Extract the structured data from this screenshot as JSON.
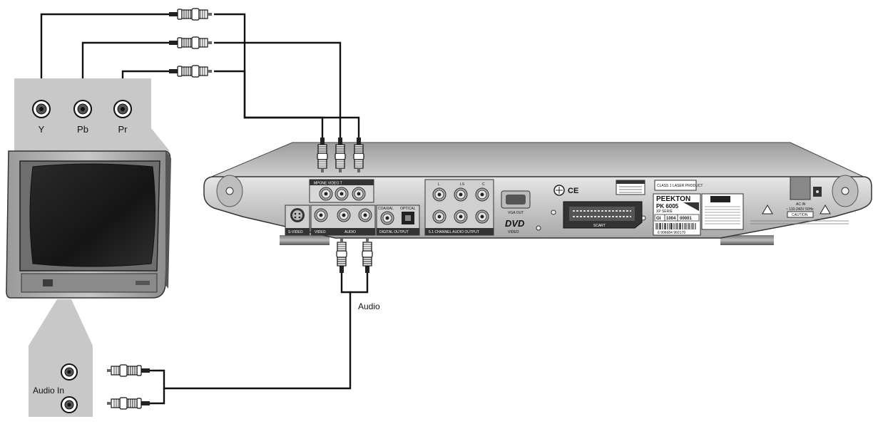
{
  "component_panel": {
    "y_label": "Y",
    "pb_label": "Pb",
    "pr_label": "Pr"
  },
  "audio_panel": {
    "label": "Audio In"
  },
  "cable_labels": {
    "audio": "Audio"
  },
  "player": {
    "brand": "PEEKTON",
    "model": "PK 6005",
    "model_sub": "XP SERIE",
    "dvd_logo": "DVD",
    "dvd_sub": "VIDEO",
    "ac_label": "AC IN",
    "ac_rating": "~ 110-240V 50Hz",
    "caution": "CAUTION",
    "laser_label": "CLASS 1 LASER PRODUCT",
    "ce_mark": "CE",
    "serial": [
      "GI",
      "1004",
      "00001"
    ],
    "barcode_text": "6 906684 960179",
    "ports": {
      "component": "MPONE     VIDEO     T",
      "svideo": "S-VIDEO",
      "video": "VIDEO",
      "audio": "AUDIO",
      "coaxial": "COAXIAL",
      "optical": "OPTICAL",
      "digital_output": "DIGITAL OUTPUT",
      "ch_l": "L",
      "ch_ls": "LS",
      "ch_c": "C",
      "channel_output": "5.1 CHANNEL AUDIO OUTPUT",
      "vga": "VGA OUT",
      "scart": "SCART"
    }
  }
}
